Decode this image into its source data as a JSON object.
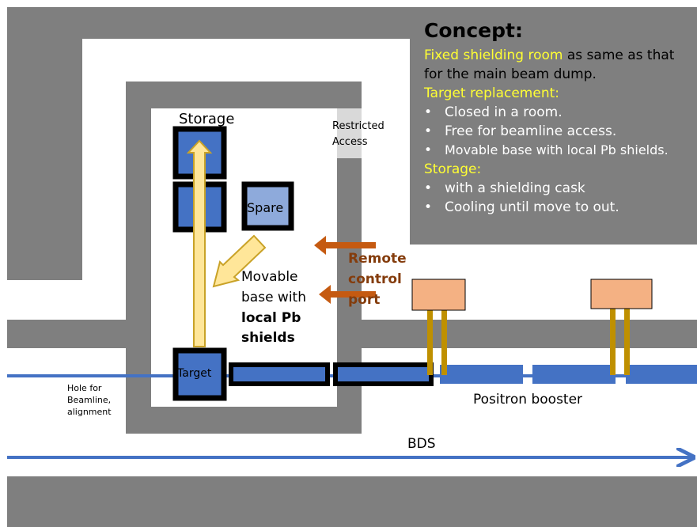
{
  "colors": {
    "wall": "#7f7f7f",
    "room_fill": "#ffffff",
    "block_fill": "#4472c4",
    "spare_fill": "#8eaadb",
    "block_border": "#000000",
    "beamline": "#4472c4",
    "arrow_brown": "#c55a11",
    "arrow_light_fill": "#ffe699",
    "arrow_light_stroke": "#c9a227",
    "support": "#bf9000",
    "cavity": "#f4b183",
    "restricted_box": "#d9d9d9",
    "highlight": "#ffff33"
  },
  "concept": {
    "title": "Concept:",
    "line1_highlight": "Fixed shielding room",
    "line1_rest": " as same as that",
    "line2": "for the main beam dump.",
    "target_heading": "Target replacement:",
    "target_bullets": [
      "Closed in a room.",
      "Free for beamline access.",
      "Movable base with local Pb shields."
    ],
    "storage_heading": "Storage:",
    "storage_bullets": [
      "with a shielding cask",
      "Cooling until move to out."
    ],
    "bullet_char": "•"
  },
  "labels": {
    "storage": "Storage",
    "restricted_line1": "Restricted",
    "restricted_line2": "Access",
    "spare": "Spare",
    "target": "Target",
    "movable_line1": "Movable",
    "movable_line2": "base with",
    "movable_line3": "local Pb",
    "movable_line4": "shields",
    "remote_line1": "Remote",
    "remote_line2": "control",
    "remote_line3": "port",
    "hole_line1": "Hole for",
    "hole_line2": "Beamline,",
    "hole_line3": "alignment",
    "positron_booster": "Positron booster",
    "bds": "BDS"
  },
  "icons": [
    "arrow-right-icon",
    "arrow-left-icon",
    "arrow-up-icon",
    "arrow-down-left-icon"
  ]
}
